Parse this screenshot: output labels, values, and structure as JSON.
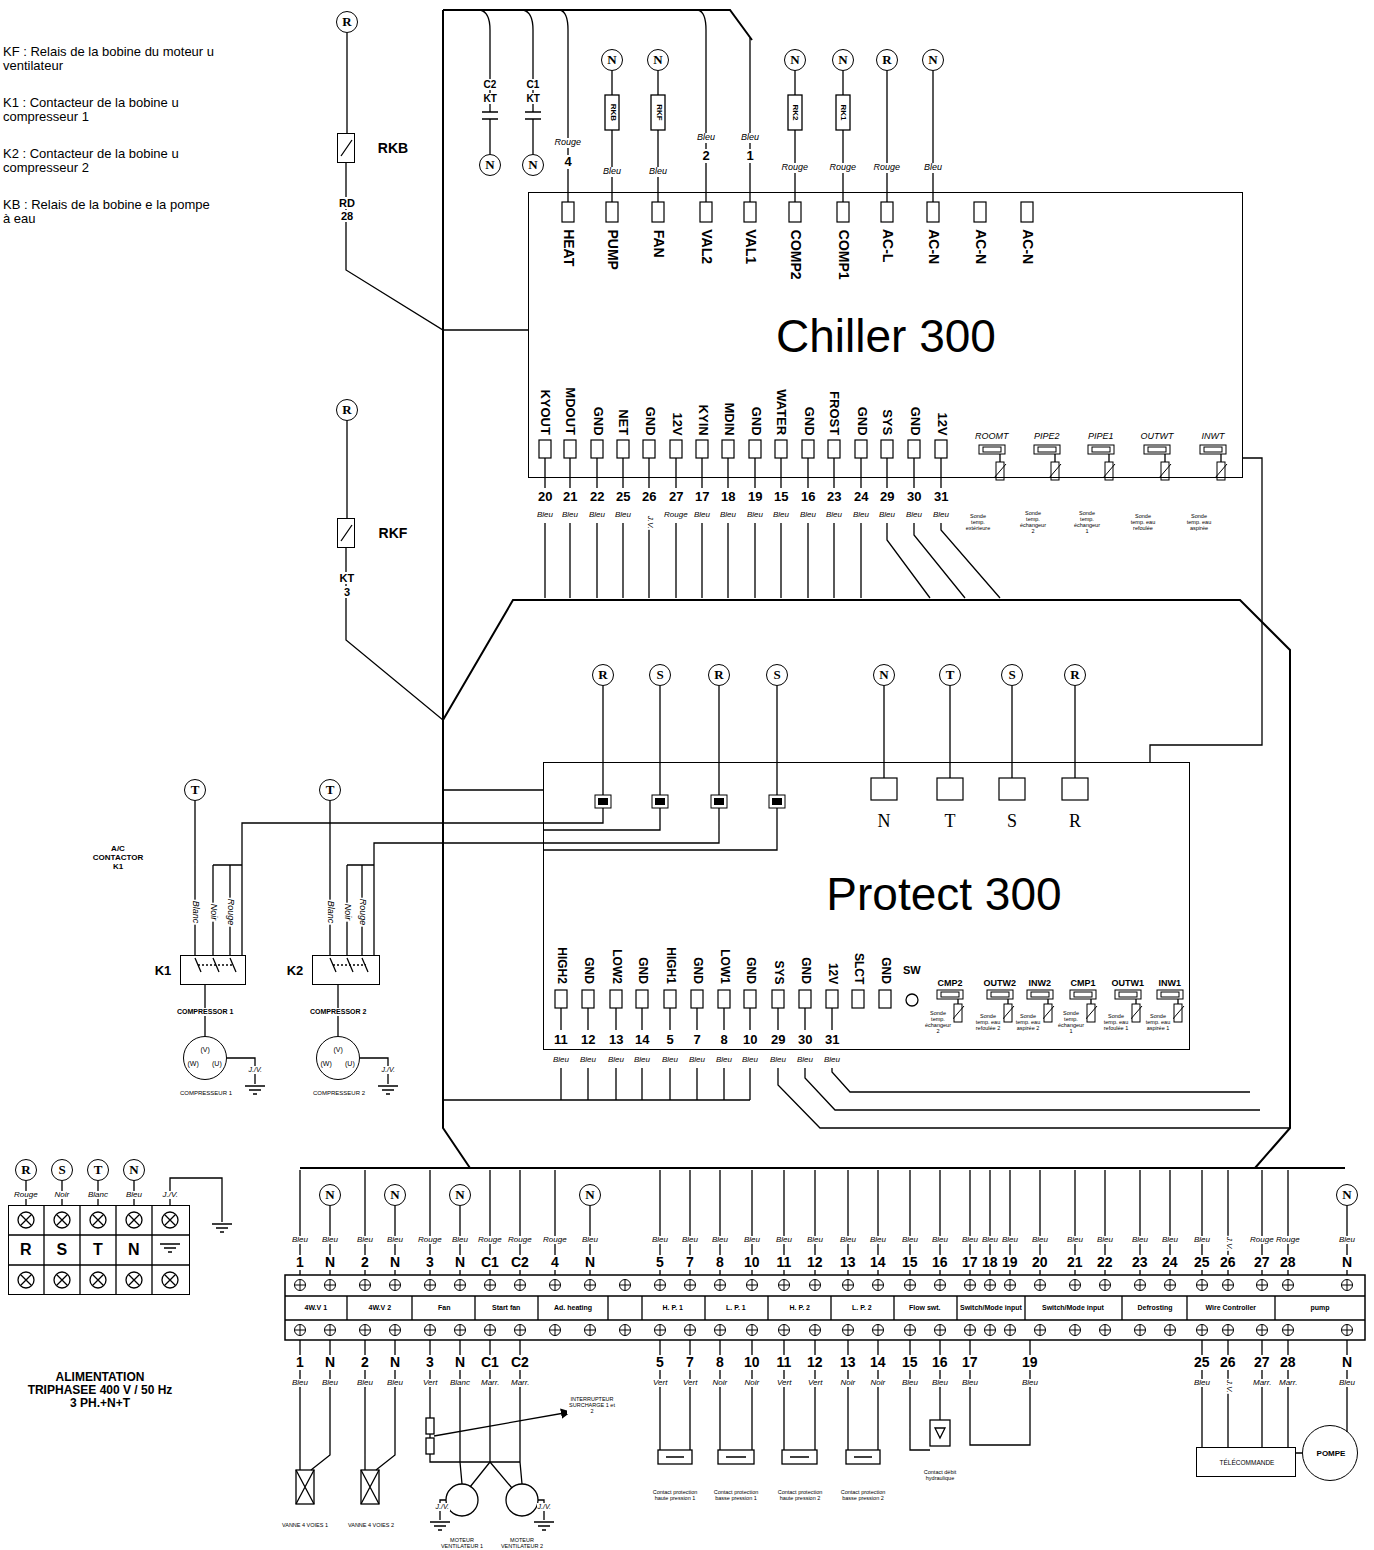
{
  "diagram": {
    "nodes": [
      {
        "text": [
          "Chiller 300"
        ]
      },
      {
        "text": [
          "Protect 300"
        ]
      },
      {
        "text": [
          "K1"
        ]
      },
      {
        "text": [
          "K2"
        ]
      },
      {
        "text": [
          "COMPRESSEUR 1"
        ]
      },
      {
        "text": [
          "COMPRESSEUR 2"
        ]
      },
      {
        "text": [
          "POMPE"
        ]
      },
      {
        "text": [
          "TÉLÉCOMMANDE"
        ]
      },
      {
        "text": [
          "RKB"
        ]
      },
      {
        "text": [
          "RKF"
        ]
      },
      {
        "text": [
          "ALIMENTATION TRIPHASEE 400 V / 50 Hz 3 PH.+N+T"
        ]
      }
    ],
    "edges": [
      {
        "from": 0,
        "to": 1,
        "arrow": "none"
      },
      {
        "from": 1,
        "to": 2,
        "arrow": "none"
      },
      {
        "from": 1,
        "to": 3,
        "arrow": "none"
      },
      {
        "from": 2,
        "to": 4,
        "arrow": "none"
      },
      {
        "from": 3,
        "to": 5,
        "arrow": "none"
      },
      {
        "from": 8,
        "to": 0,
        "arrow": "none"
      },
      {
        "from": 9,
        "to": 1,
        "arrow": "none"
      }
    ],
    "labels": [
      "KF : Relais de la bobine du moteur u ventilateur",
      "K1 : Contacteur de la bobine u compresseur 1",
      "K2 : Contacteur de la bobine u compresseur 2",
      "KB : Relais de la bobine e la pompe à eau",
      "N",
      "N",
      "N",
      "N",
      "R",
      "N",
      "C2",
      "KT",
      "C1",
      "KT",
      "N",
      "N",
      "RKB",
      "RKF",
      "RK2",
      "RK1",
      "Rouge",
      "Bleu",
      "Bleu",
      "Bleu",
      "Bleu",
      "Rouge",
      "Rouge",
      "Rouge",
      "Bleu",
      "4",
      "2",
      "1",
      "HEAT",
      "PUMP",
      "FAN",
      "VAL2",
      "VAL1",
      "COMP2",
      "COMP1",
      "AC-L",
      "AC-N",
      "AC-N",
      "AC-N",
      "KYOUT",
      "MDOUT",
      "GND",
      "NET",
      "GND",
      "12V",
      "KYIN",
      "MDIN",
      "GND",
      "WATER",
      "GND",
      "FROST",
      "GND",
      "SYS",
      "GND",
      "12V",
      "20",
      "21",
      "22",
      "25",
      "26",
      "27",
      "17",
      "18",
      "19",
      "15",
      "16",
      "23",
      "24",
      "29",
      "30",
      "31",
      "Bleu",
      "Bleu",
      "Bleu",
      "Bleu",
      "J.V.",
      "Rouge",
      "Bleu",
      "Bleu",
      "Bleu",
      "Bleu",
      "Bleu",
      "Bleu",
      "Bleu",
      "Bleu",
      "Bleu",
      "Bleu",
      "ROOMT",
      "PIPE2",
      "PIPE1",
      "OUTWT",
      "INWT",
      "Sonde temp. extérieure",
      "Sonde temp. échangeur 2",
      "Sonde temp. échangeur 1",
      "Sonde temp. eau refoulée",
      "Sonde temp. eau aspirée",
      "R",
      "RD",
      "28",
      "R",
      "KT",
      "3",
      "R",
      "S",
      "R",
      "S",
      "N",
      "T",
      "S",
      "R",
      "N",
      "T",
      "S",
      "R",
      "HIGH2",
      "GND",
      "LOW2",
      "GND",
      "HIGH1",
      "GND",
      "LOW1",
      "GND",
      "SYS",
      "GND",
      "12V",
      "SLCT",
      "GND",
      "SW",
      "11",
      "12",
      "13",
      "14",
      "5",
      "7",
      "8",
      "10",
      "29",
      "30",
      "31",
      "Bleu",
      "Bleu",
      "Bleu",
      "Bleu",
      "Bleu",
      "Bleu",
      "Bleu",
      "Bleu",
      "Bleu",
      "Bleu",
      "Bleu",
      "CMP2",
      "OUTW2",
      "INW2",
      "CMP1",
      "OUTW1",
      "INW1",
      "Sonde temp. échangeur 2",
      "Sonde temp. eau refoulée 2",
      "Sonde temp. eau aspirée 2",
      "Sonde temp. échangeur 1",
      "Sonde temp. eau refoulée 1",
      "Sonde temp. eau aspirée 1",
      "T",
      "T",
      "A/C CONTACTOR K1",
      "Blanc",
      "Noir",
      "Rouge",
      "Blanc",
      "Noir",
      "Rouge",
      "COMPRESSOR 1",
      "COMPRESSOR 2",
      "(W)",
      "(V)",
      "(U)",
      "(W)",
      "(V)",
      "(U)",
      "J./V.",
      "J./V.",
      "R",
      "S",
      "T",
      "N",
      "Rouge",
      "Noir",
      "Blanc",
      "Bleu",
      "J./V.",
      "R",
      "S",
      "T",
      "N",
      "N",
      "N",
      "N",
      "N",
      "N",
      "Bleu",
      "Bleu",
      "Bleu",
      "Bleu",
      "Rouge",
      "Bleu",
      "Rouge",
      "Rouge",
      "Rouge",
      "Bleu",
      "Bleu",
      "Bleu",
      "Bleu",
      "Bleu",
      "Bleu",
      "Bleu",
      "Bleu",
      "Bleu",
      "Bleu",
      "Bleu",
      "Bleu",
      "Bleu",
      "Bleu",
      "Bleu",
      "Bleu",
      "Bleu",
      "Bleu",
      "Bleu",
      "Bleu",
      "J.V.",
      "Rouge",
      "Rouge",
      "Bleu",
      "1",
      "N",
      "2",
      "N",
      "3",
      "N",
      "C1",
      "C2",
      "4",
      "N",
      "5",
      "7",
      "8",
      "10",
      "11",
      "12",
      "13",
      "14",
      "15",
      "16",
      "17",
      "18",
      "19",
      "20",
      "21",
      "22",
      "23",
      "24",
      "25",
      "26",
      "27",
      "28",
      "N",
      "4W.V 1",
      "4W.V 2",
      "Fan",
      "Start fan",
      "Ad. heating",
      "H. P. 1",
      "L. P. 1",
      "H. P. 2",
      "L. P. 2",
      "Flow swt.",
      "Switch/Mode input",
      "Switch/Mode input",
      "Defrosting",
      "Wire Controller",
      "pump",
      "1",
      "N",
      "2",
      "N",
      "3",
      "N",
      "C1",
      "C2",
      "5",
      "7",
      "8",
      "10",
      "11",
      "12",
      "13",
      "14",
      "15",
      "16",
      "17",
      "19",
      "25",
      "26",
      "27",
      "28",
      "N",
      "Bleu",
      "Bleu",
      "Bleu",
      "Bleu",
      "Vert",
      "Blanc",
      "Marr.",
      "Marr.",
      "Vert",
      "Vert",
      "Noir",
      "Noir",
      "Vert",
      "Vert",
      "Noir",
      "Noir",
      "Bleu",
      "Bleu",
      "Bleu",
      "Bleu",
      "Bleu",
      "J.V.",
      "Marr.",
      "Marr.",
      "Bleu",
      "VANNE 4 VOIES 1",
      "VANNE 4 VOIES 2",
      "MOTEUR VENTILATEUR 1",
      "MOTEUR VENTILATEUR 2",
      "INTERRUPTEUR SURCHARGE 1 et 2",
      "Contact protection haute pression 1",
      "Contact protection basse pression 1",
      "Contact protection haute pression 2",
      "Contact protection basse pression 2",
      "Contact débit hydraulique",
      "J./V.",
      "J./V."
    ]
  }
}
